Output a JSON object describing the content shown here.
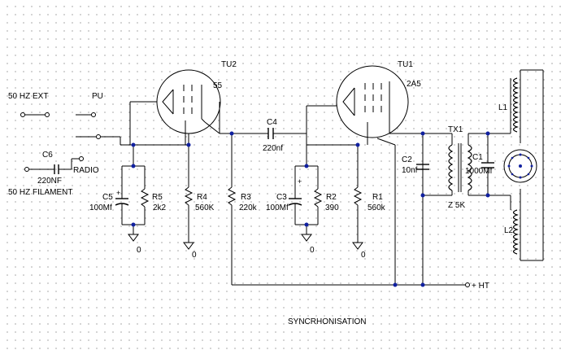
{
  "labels": {
    "hz_ext": "50 HZ EXT",
    "pu": "PU",
    "c6": "C6",
    "c6_val": "220NF",
    "radio": "RADIO",
    "hz_filament": "50 HZ  FILAMENT",
    "tu2": "TU2",
    "tu2_type": "55",
    "tu1": "TU1",
    "tu1_type": "2A5",
    "c4": "C4",
    "c4_val": "220nf",
    "c5": "C5",
    "c5_val": "100Mf",
    "r5": "R5",
    "r5_val": "2k2",
    "r4": "R4",
    "r4_val": "560K",
    "r3": "R3",
    "r3_val": "220k",
    "c3": "C3",
    "c3_val": "100Mf",
    "r2": "R2",
    "r2_val": "390",
    "r1": "R1",
    "r1_val": "560k",
    "c2": "C2",
    "c2_val": "10nf",
    "tx1": "TX1",
    "c1": "C1",
    "c1_val": "1000Mf",
    "z5k": "Z 5K",
    "l1": "L1",
    "l2": "L2",
    "ht": "+ HT",
    "plus": "+",
    "gnd": "0",
    "title": "SYNCRHONISATION"
  }
}
